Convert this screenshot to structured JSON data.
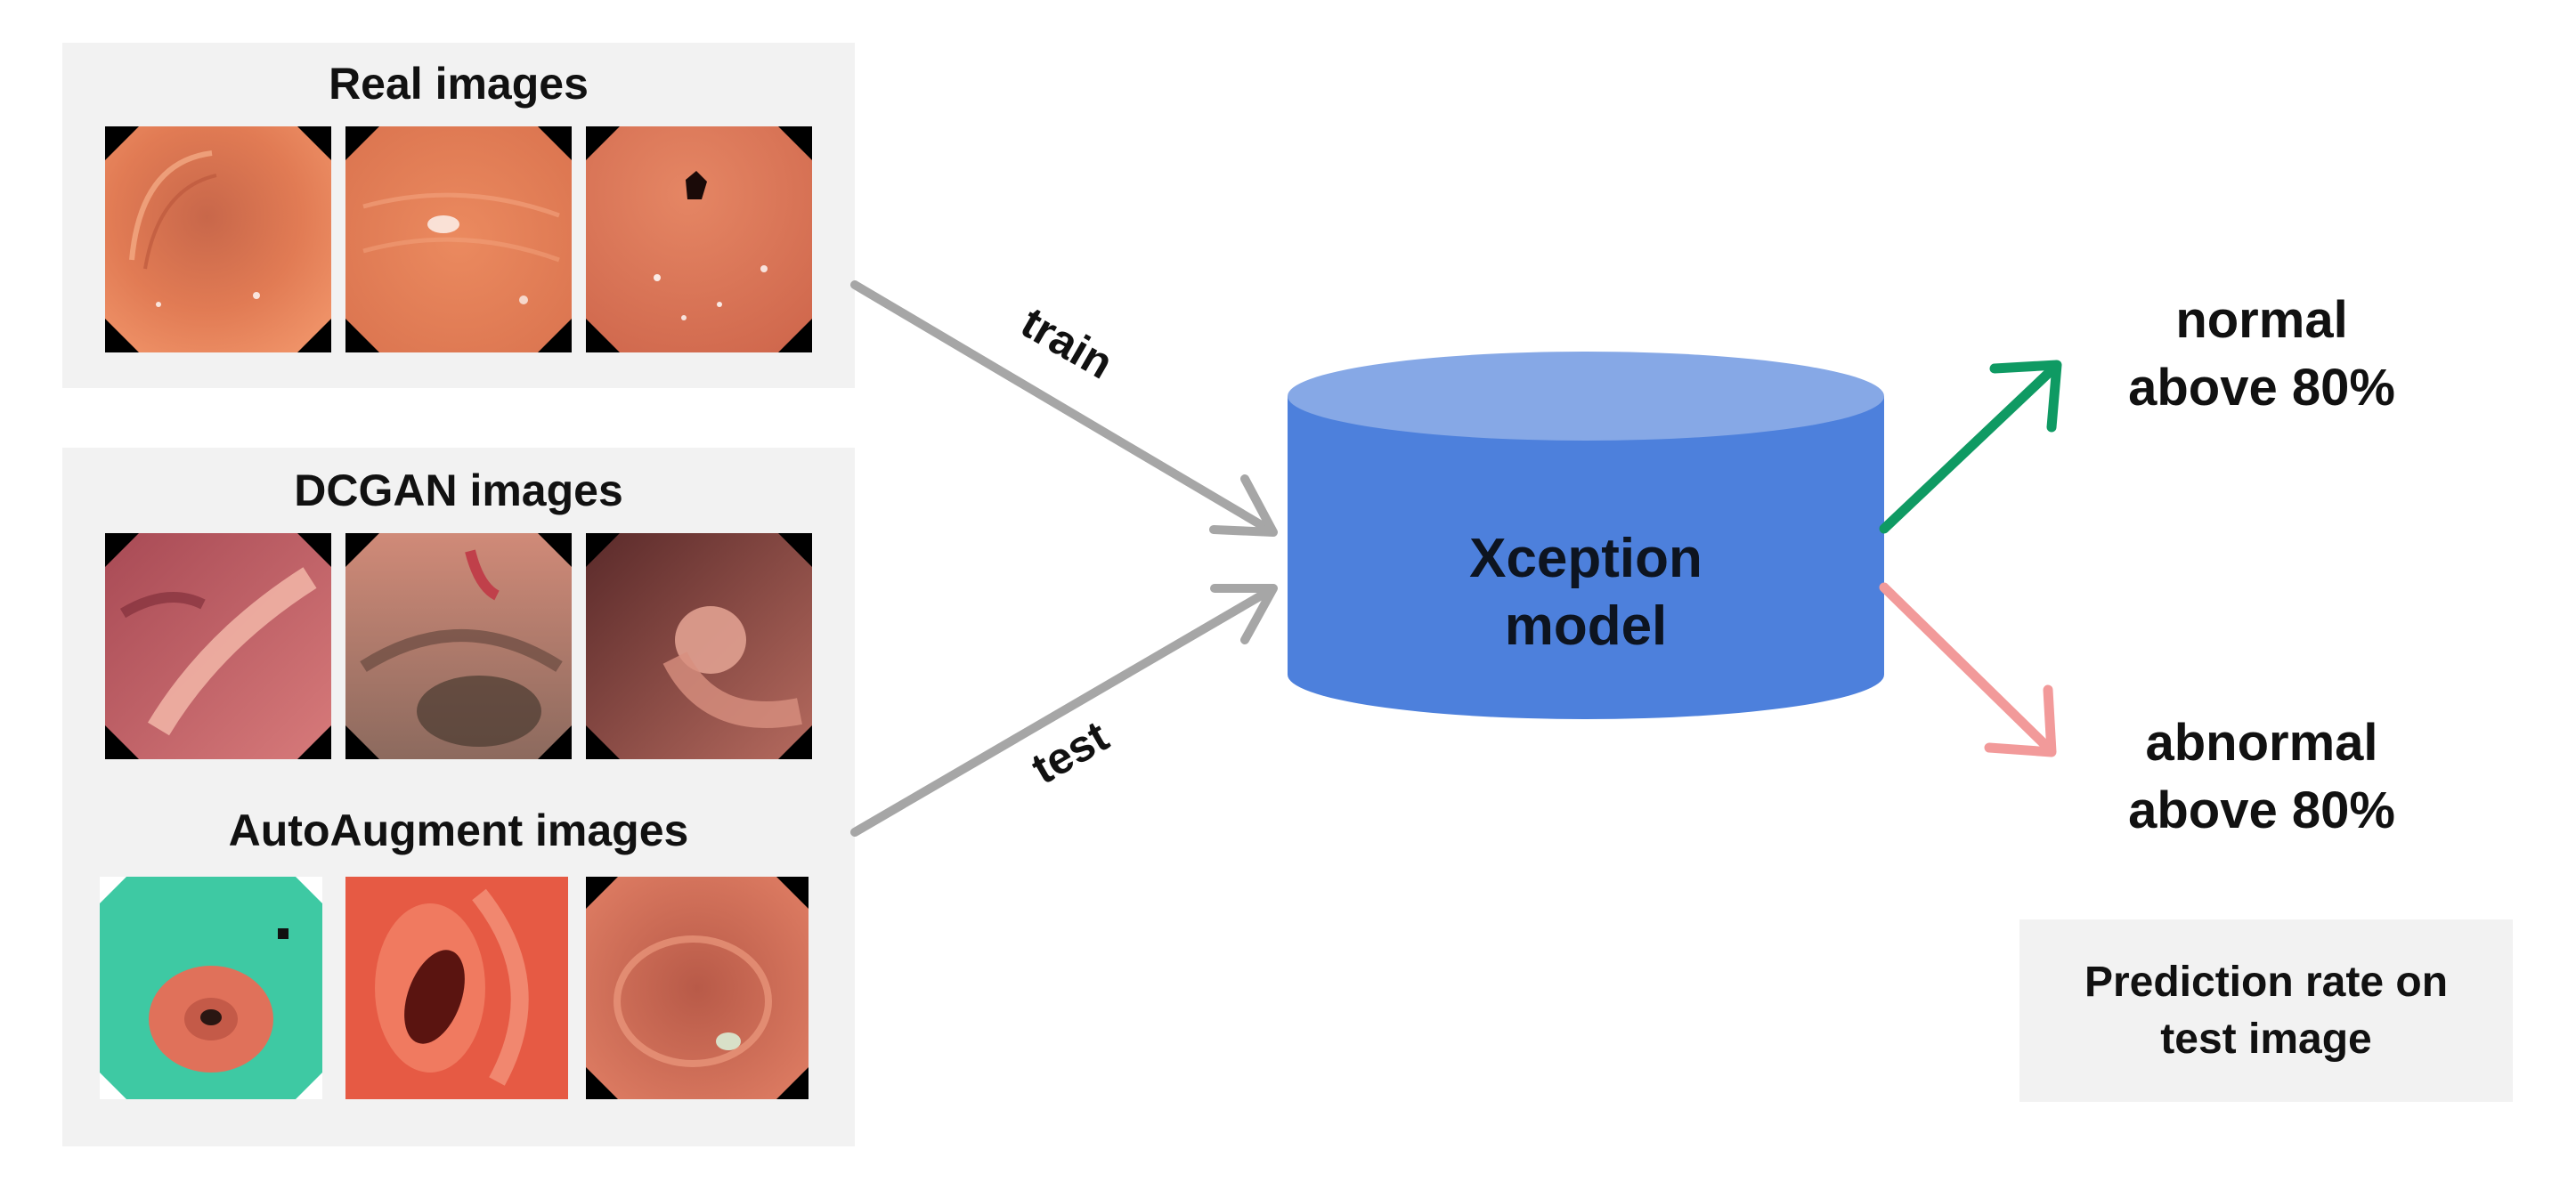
{
  "panels": {
    "real": {
      "title": "Real images"
    },
    "dcgan": {
      "title": "DCGAN images"
    },
    "autoaugment": {
      "title": "AutoAugment images"
    }
  },
  "arrows": {
    "train_label": "train",
    "test_label": "test"
  },
  "model": {
    "line1": "Xception",
    "line2": "model"
  },
  "outputs": {
    "normal": {
      "line1": "normal",
      "line2": "above 80%"
    },
    "abnormal": {
      "line1": "abnormal",
      "line2": "above 80%"
    }
  },
  "info_box": {
    "line1": "Prediction rate on",
    "line2": "test image"
  },
  "colors": {
    "panel_bg": "#f2f2f2",
    "cylinder_body": "#4d80dc",
    "cylinder_top": "#86a8e6",
    "input_arrow": "#a6a6a6",
    "normal_arrow": "#0f9a63",
    "abnormal_arrow": "#f29a9a"
  }
}
